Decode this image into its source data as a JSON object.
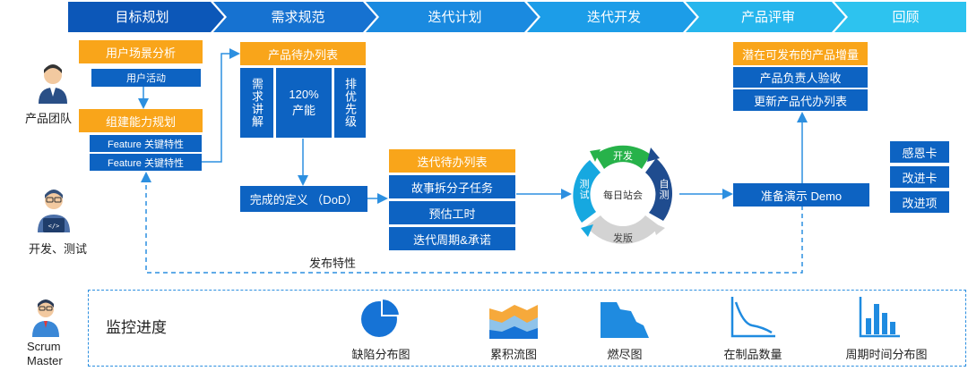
{
  "phases": [
    "目标规划",
    "需求规范",
    "迭代计划",
    "迭代开发",
    "产品评审",
    "回顾"
  ],
  "roles": {
    "product_team": "产品团队",
    "dev_test": "开发、测试",
    "scrum_master_1": "Scrum",
    "scrum_master_2": "Master"
  },
  "plan": {
    "user_scenario": "用户场景分析",
    "user_activity": "用户活动",
    "capability": "组建能力规划",
    "feature1": "Feature 关键特性",
    "feature2": "Feature 关键特性"
  },
  "backlog": {
    "title": "产品待办列表",
    "col1": "需求讲解",
    "col2a": "120%",
    "col2b": "产能",
    "col3": "排优先级"
  },
  "dod": "完成的定义 （DoD）",
  "sprint": {
    "title": "迭代待办列表",
    "items": [
      "故事拆分子任务",
      "预估工时",
      "迭代周期&承诺"
    ]
  },
  "cycle": {
    "dev": "开发",
    "self_test": "自测",
    "release": "发版",
    "test": "测试",
    "center": "每日站会"
  },
  "review": {
    "increment": "潜在可发布的产品增量",
    "po_accept": "产品负责人验收",
    "update_backlog": "更新产品代办列表",
    "demo": "准备演示 Demo"
  },
  "retro": [
    "感恩卡",
    "改进卡",
    "改进项"
  ],
  "release_label": "发布特性",
  "monitor": {
    "title": "监控进度",
    "items": [
      "缺陷分布图",
      "累积流图",
      "燃尽图",
      "在制品数量",
      "周期时间分布图"
    ]
  },
  "colors": {
    "orange": "#f9a51a",
    "blue": "#0d63c2",
    "phase1": "#0d5fc0",
    "phase_light": "#29c0ec"
  }
}
